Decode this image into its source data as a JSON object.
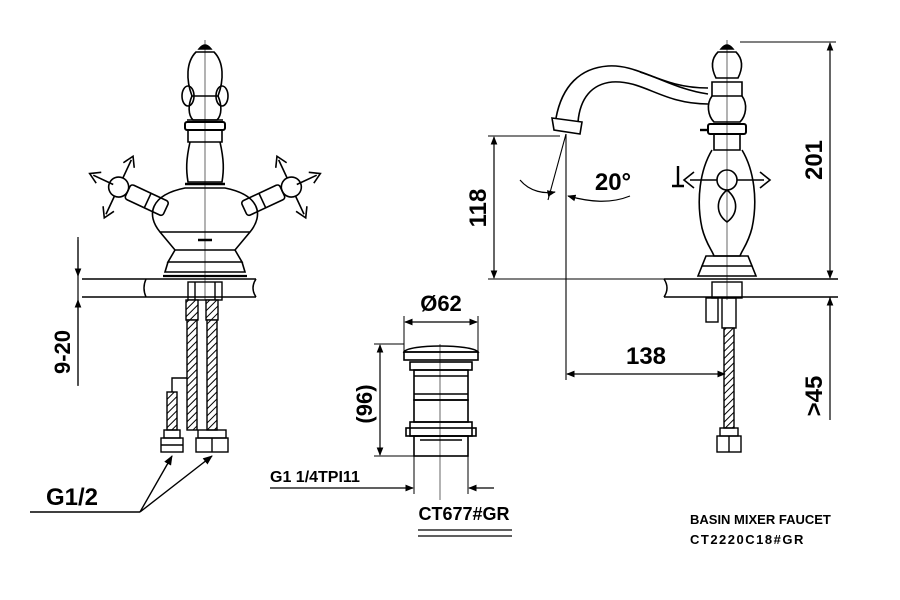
{
  "front_view": {
    "dim_thickness": "9-20",
    "dim_thread": "G1/2"
  },
  "drain": {
    "dim_diameter": "Ø62",
    "dim_height": "(96)",
    "dim_thread": "G1 1/4TPI11",
    "model": "CT677#GR"
  },
  "side_view": {
    "dim_spout_height": "118",
    "dim_angle": "20°",
    "dim_total_height": "201",
    "dim_reach": "138",
    "dim_min_hole": ">45"
  },
  "title": {
    "name": "BASIN MIXER FAUCET",
    "model": "CT2220C18#GR"
  }
}
